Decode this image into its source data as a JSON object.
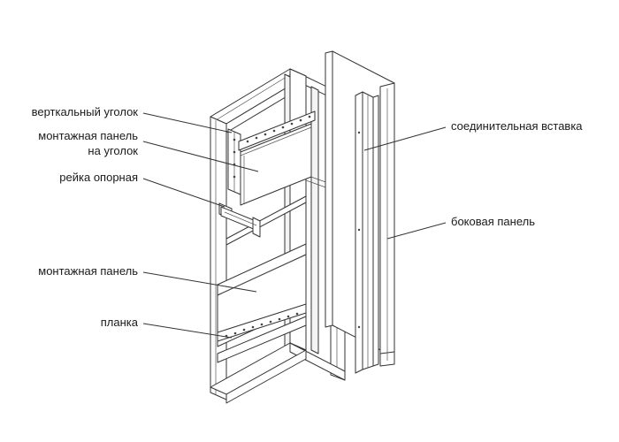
{
  "labels": {
    "vertical_angle": "верткальный уголок",
    "mounting_panel_on_angle_line1": "монтажная панель",
    "mounting_panel_on_angle_line2": "на уголок",
    "support_rail": "рейка опорная",
    "mounting_panel": "монтажная панель",
    "strip": "планка",
    "connecting_insert": "соединительная вставка",
    "side_panel": "боковая панель"
  },
  "colors": {
    "line": "#333333",
    "text": "#1a1a1a",
    "background": "#ffffff"
  }
}
